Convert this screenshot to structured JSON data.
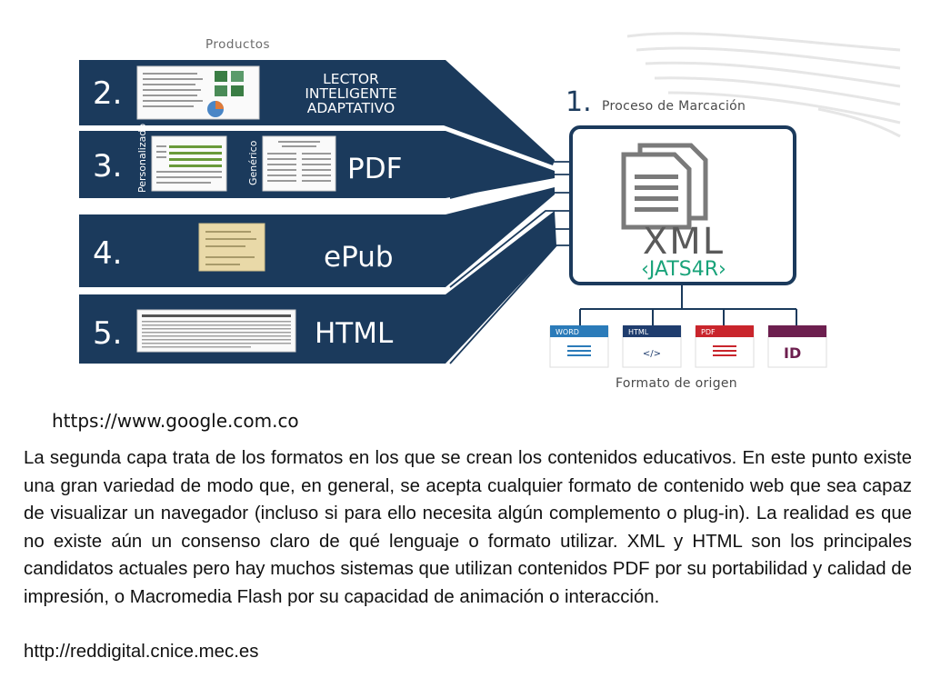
{
  "diagram": {
    "products_label": "Productos",
    "process_label": "Proceso de Marcación",
    "process_number": "1.",
    "origin_label": "Formato de origen",
    "xml_title": "XML",
    "xml_subtitle": "‹JATS4R›",
    "rows": [
      {
        "number": "2.",
        "title_lines": [
          "LECTOR",
          "INTELIGENTE",
          "ADAPTATIVO"
        ]
      },
      {
        "number": "3.",
        "title": "PDF",
        "side_label_left": "Personalizado",
        "side_label_right": "Genérico"
      },
      {
        "number": "4.",
        "title": "ePub"
      },
      {
        "number": "5.",
        "title": "HTML"
      }
    ],
    "source_formats": [
      {
        "label": "WORD",
        "color": "#2b7bb9",
        "glyph": "lines"
      },
      {
        "label": "HTML",
        "color": "#1f3d6e",
        "glyph": "</>"
      },
      {
        "label": "PDF",
        "color": "#c9252c",
        "glyph": "lines"
      },
      {
        "label": "",
        "color": "#6d1f4f",
        "glyph": "ID"
      }
    ],
    "colors": {
      "panel": "#1b3a5c",
      "accent": "#1b3a5c"
    }
  },
  "source_url_1": "https://www.google.com.co",
  "paragraph": "La segunda capa trata de los formatos en los que se crean los contenidos educativos. En este punto existe una gran variedad de modo que, en general, se acepta cualquier formato de contenido web que sea capaz de visualizar un navegador (incluso si para ello necesita algún complemento o plug-in). La realidad es que no existe aún un consenso claro de qué lenguaje o formato utilizar. XML y HTML son los principales candidatos actuales pero hay muchos sistemas que utilizan contenidos PDF por su portabilidad y calidad de impresión, o Macromedia Flash por su capacidad de animación o interacción.",
  "source_url_2": "http://reddigital.cnice.mec.es"
}
